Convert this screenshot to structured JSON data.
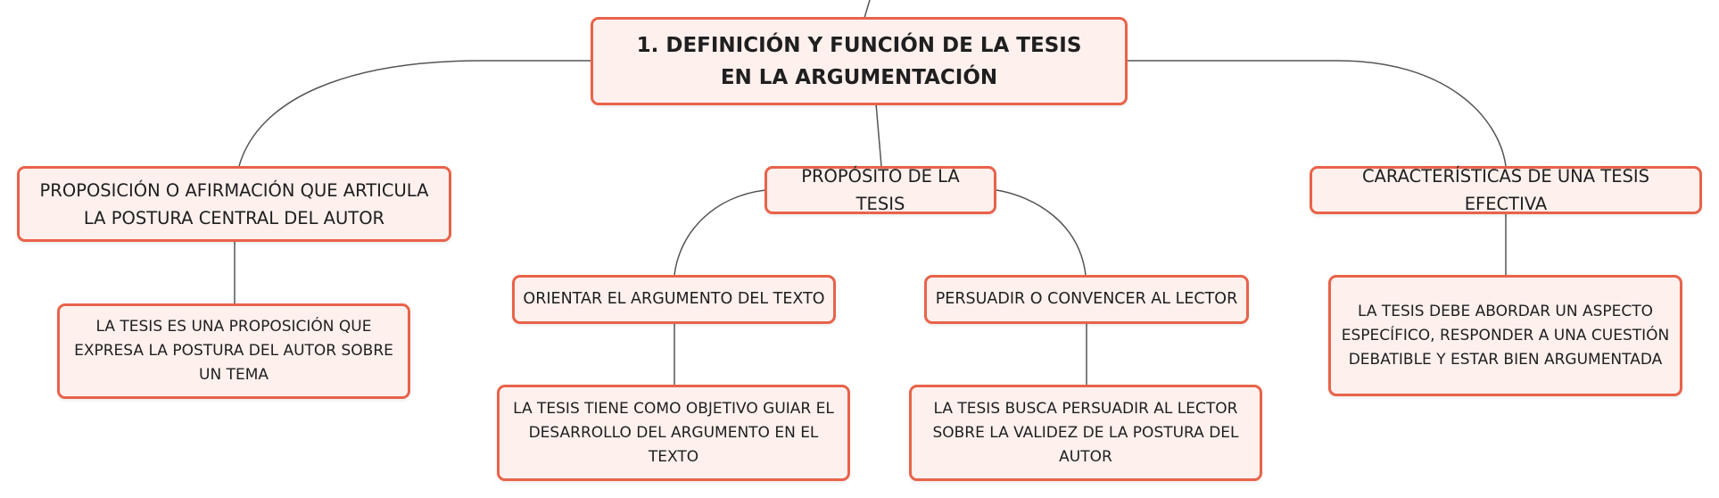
{
  "diagram": {
    "root": {
      "label": "1. DEFINICIÓN Y FUNCIÓN DE LA TESIS EN LA ARGUMENTACIÓN"
    },
    "branches": [
      {
        "label": "PROPOSICIÓN O AFIRMACIÓN QUE ARTICULA LA POSTURA CENTRAL DEL AUTOR",
        "detail": "LA TESIS ES UNA PROPOSICIÓN QUE EXPRESA LA POSTURA DEL AUTOR SOBRE UN TEMA"
      },
      {
        "label": "PROPÓSITO DE LA TESIS",
        "children": [
          {
            "label": "ORIENTAR EL ARGUMENTO DEL TEXTO",
            "detail": "LA TESIS TIENE COMO OBJETIVO GUIAR EL DESARROLLO DEL ARGUMENTO EN EL TEXTO"
          },
          {
            "label": "PERSUADIR O CONVENCER AL LECTOR",
            "detail": "LA TESIS BUSCA PERSUADIR AL LECTOR SOBRE LA VALIDEZ DE LA POSTURA DEL AUTOR"
          }
        ]
      },
      {
        "label": "CARACTERÍSTICAS DE UNA TESIS EFECTIVA",
        "detail": "LA TESIS DEBE ABORDAR UN ASPECTO ESPECÍFICO, RESPONDER A UNA CUESTIÓN DEBATIBLE Y ESTAR BIEN ARGUMENTADA"
      }
    ]
  },
  "colors": {
    "node_fill": "#fdf0ed",
    "node_border": "#e8634a",
    "connector": "#555555",
    "text": "#1f1f1f"
  }
}
